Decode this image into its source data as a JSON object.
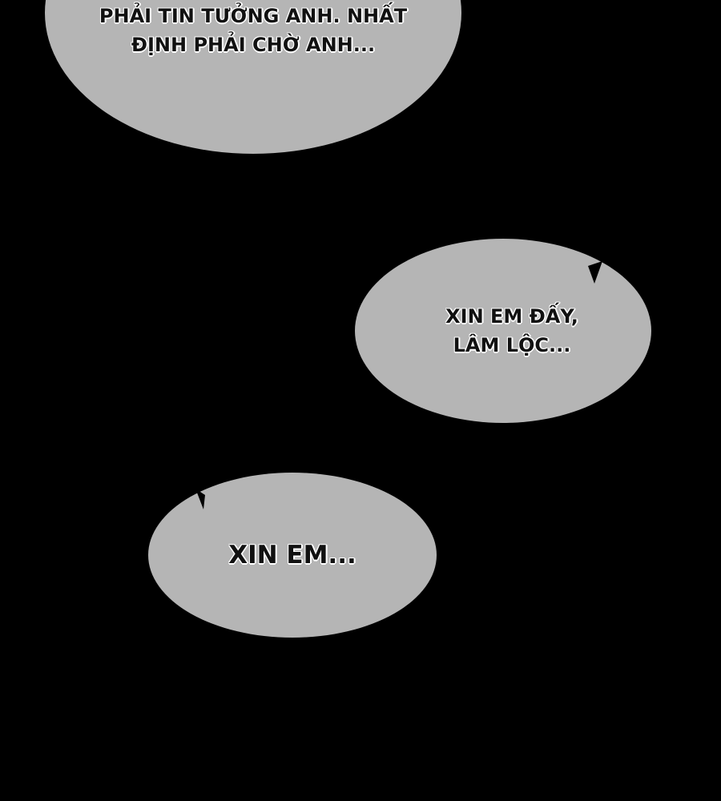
{
  "bubbles": [
    {
      "lines": [
        "PHẢI TIN TƯỞNG ANH. NHẤT",
        "ĐỊNH PHẢI CHỜ ANH..."
      ]
    },
    {
      "lines": [
        "XIN EM ĐẤY,",
        "LÂM LỘC..."
      ]
    },
    {
      "lines": [
        "XIN EM..."
      ]
    }
  ],
  "colors": {
    "background": "#000000",
    "bubble_fill": "#b5b5b5",
    "text": "#111111",
    "text_outline": "#ffffff"
  }
}
